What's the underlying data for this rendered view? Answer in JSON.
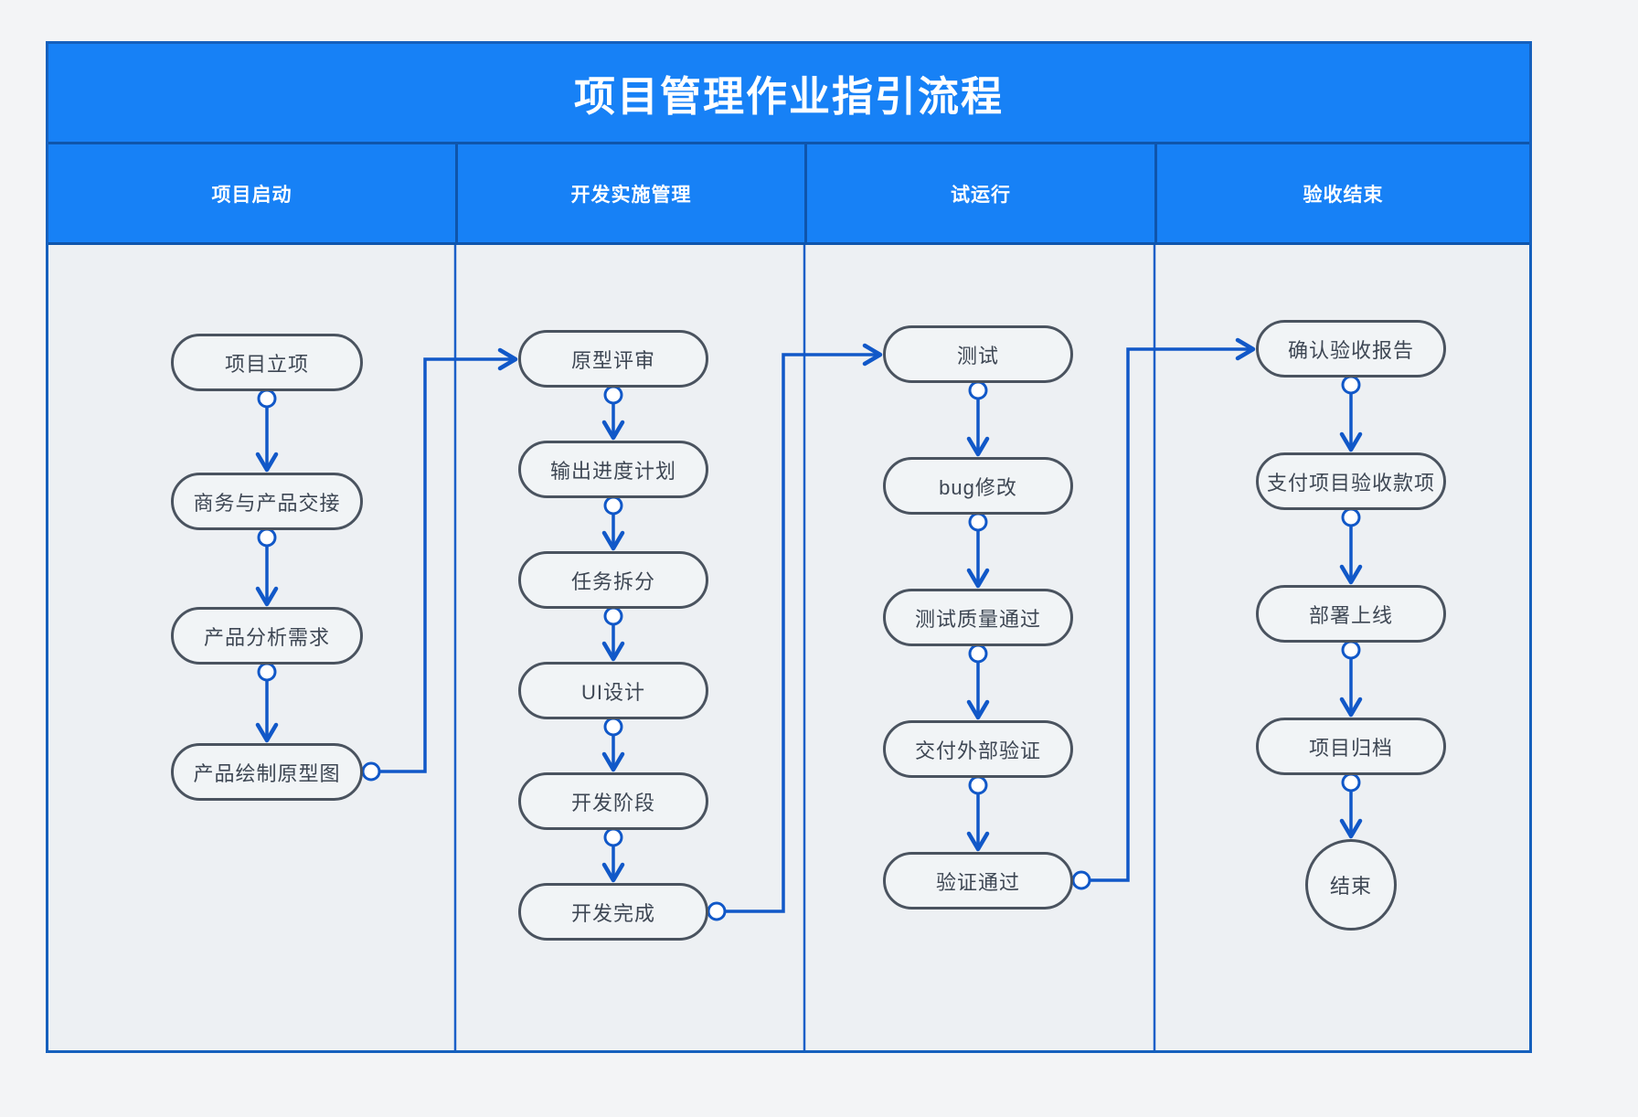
{
  "title": "项目管理作业指引流程",
  "lanes": [
    {
      "header": "项目启动",
      "nodes": [
        "项目立项",
        "商务与产品交接",
        "产品分析需求",
        "产品绘制原型图"
      ]
    },
    {
      "header": "开发实施管理",
      "nodes": [
        "原型评审",
        "输出进度计划",
        "任务拆分",
        "UI设计",
        "开发阶段",
        "开发完成"
      ]
    },
    {
      "header": "试运行",
      "nodes": [
        "测试",
        "bug修改",
        "测试质量通过",
        "交付外部验证",
        "验证通过"
      ]
    },
    {
      "header": "验收结束",
      "nodes": [
        "确认验收报告",
        "支付项目验收款项",
        "部署上线",
        "项目归档"
      ],
      "end_node": "结束"
    }
  ],
  "flow": {
    "cross_lane_links": [
      {
        "from": "产品绘制原型图",
        "to": "原型评审"
      },
      {
        "from": "开发完成",
        "to": "测试"
      },
      {
        "from": "验证通过",
        "to": "确认验收报告"
      }
    ]
  },
  "colors": {
    "band_fill": "#1781f6",
    "frame_border": "#1560bd",
    "dark_divider": "#0f55ab",
    "connector": "#1158c8",
    "node_border": "#4a535f",
    "node_fill": "#f1f4f6",
    "lane_background": "#edf0f3",
    "node_text": "#3e4754",
    "header_text": "#ffffff"
  }
}
